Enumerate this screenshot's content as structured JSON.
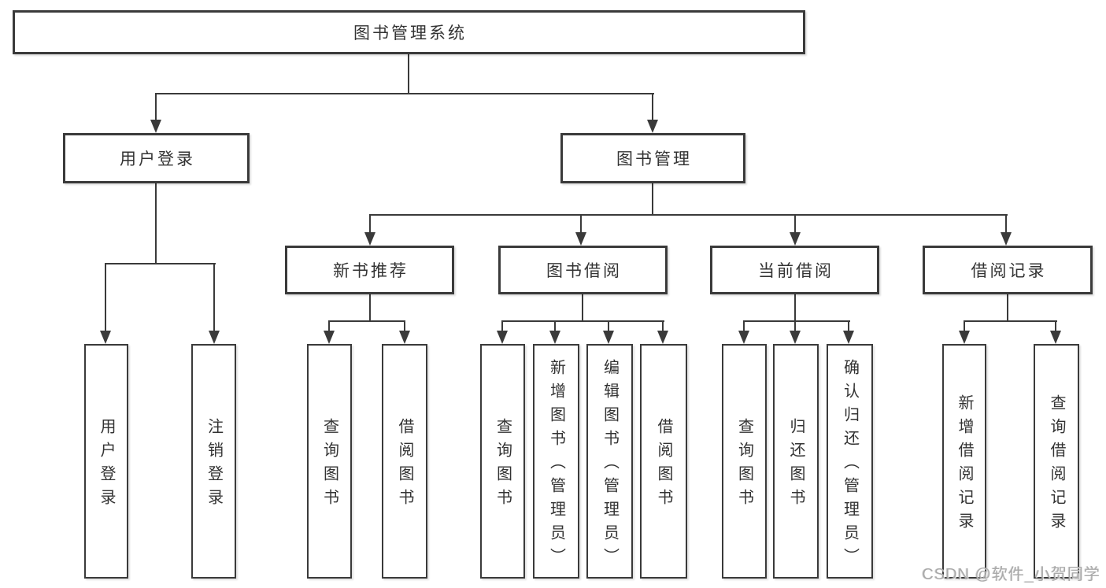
{
  "tree": {
    "root": {
      "label": "图书管理系统"
    },
    "branches": [
      {
        "label": "用户登录",
        "children": [
          "用户登录",
          "注销登录"
        ]
      },
      {
        "label": "图书管理",
        "children": [
          {
            "label": "新书推荐",
            "children": [
              "查询图书",
              "借阅图书"
            ]
          },
          {
            "label": "图书借阅",
            "children": [
              "查询图书",
              "新增图书（管理员）",
              "编辑图书（管理员）",
              "借阅图书"
            ]
          },
          {
            "label": "当前借阅",
            "children": [
              "查询图书",
              "归还图书",
              "确认归还（管理员）"
            ]
          },
          {
            "label": "借阅记录",
            "children": [
              "新增借阅记录",
              "查询借阅记录"
            ]
          }
        ]
      }
    ]
  },
  "watermark": {
    "text": "CSDN @软件_小贺同学"
  },
  "colors": {
    "line": "#3a3a3a",
    "text": "#333333",
    "background": "#ffffff",
    "watermark": "#a9a9a9"
  }
}
